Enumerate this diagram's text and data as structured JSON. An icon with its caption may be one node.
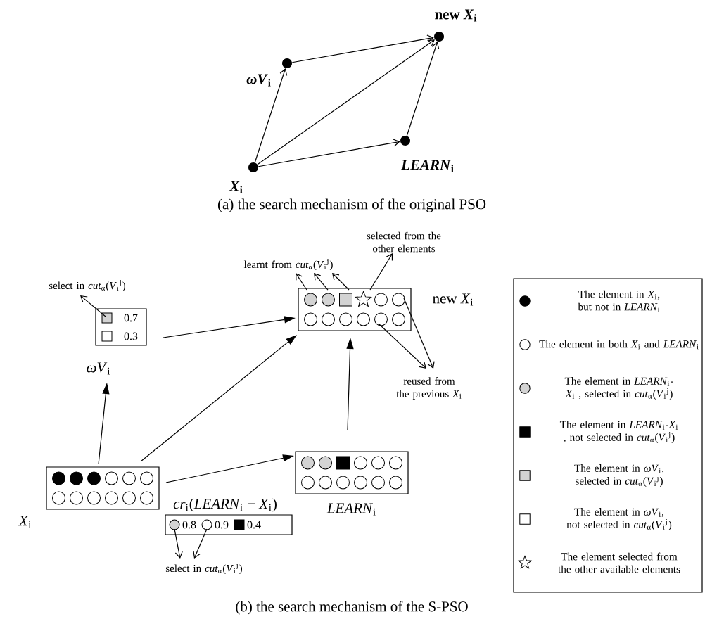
{
  "diagram": {
    "nodes": [
      {
        "text": [],
        "shape": "circle",
        "beside": [
          "*X*$_{i}$"
        ]
      },
      {
        "text": [],
        "shape": "circle",
        "beside": [
          "*ωV*$_{i}$"
        ]
      },
      {
        "text": [],
        "shape": "circle",
        "beside": [
          "*LEARN*$_{i}$"
        ]
      },
      {
        "text": [],
        "shape": "circle",
        "beside": [
          "new *X*$_{i}$"
        ]
      },
      {
        "text": [
          "0.7",
          "0.3"
        ],
        "beside": [
          "*ωV*$_{i}$"
        ]
      },
      {
        "text": [],
        "shape": "box",
        "beside": [
          "new *X*$_{i}$"
        ]
      },
      {
        "text": [],
        "shape": "box",
        "beside": [
          "*X*$_{i}$"
        ]
      },
      {
        "text": [],
        "shape": "box",
        "beside": [
          "*LEARN*$_{i}$"
        ]
      },
      {
        "text": [
          "0.8",
          "0.9",
          "0.4"
        ],
        "beside": [
          "*cr*$_{i}$(*LEARN*$_{i}$ − *X*$_{i}$)"
        ]
      },
      {
        "text": [
          "select in *cut*$_{α}$(*V*$_{i}$$^{j}$)"
        ]
      },
      {
        "text": [
          "learnt from *cut*$_{α}$(*V*$_{i}$$^{j}$)"
        ]
      },
      {
        "text": [
          "selected from the other elements"
        ]
      },
      {
        "text": [
          "reused from the previous *X*$_{i}$"
        ]
      },
      {
        "text": [
          "select in *cut*$_{α}$(*V*$_{i}$$^{j}$)"
        ]
      }
    ],
    "edges": [
      {
        "from": 0,
        "to": 1,
        "arrow": "to"
      },
      {
        "from": 0,
        "to": 3,
        "arrow": "to"
      },
      {
        "from": 0,
        "to": 2,
        "arrow": "to"
      },
      {
        "from": 1,
        "to": 3,
        "arrow": "to"
      },
      {
        "from": 2,
        "to": 3,
        "arrow": "to"
      },
      {
        "from": 6,
        "to": 4,
        "arrow": "to"
      },
      {
        "from": 6,
        "to": 5,
        "arrow": "to"
      },
      {
        "from": 6,
        "to": 7,
        "arrow": "to"
      },
      {
        "from": 4,
        "to": 5,
        "arrow": "to"
      },
      {
        "from": 7,
        "to": 5,
        "arrow": "to"
      },
      {
        "from": 4,
        "to": 9,
        "arrow": "to"
      },
      {
        "from": 5,
        "to": 10,
        "arrow": "to"
      },
      {
        "from": 5,
        "to": 10,
        "arrow": "to"
      },
      {
        "from": 5,
        "to": 10,
        "arrow": "to"
      },
      {
        "from": 5,
        "to": 11,
        "arrow": "to"
      },
      {
        "from": 5,
        "to": 12,
        "arrow": "to"
      },
      {
        "from": 5,
        "to": 12,
        "arrow": "to"
      },
      {
        "from": 8,
        "to": 13,
        "arrow": "to"
      },
      {
        "from": 8,
        "to": 13,
        "arrow": "to"
      }
    ],
    "labels": [
      "(a) the search mechanism of the original PSO",
      "(b) the search mechanism of the S-PSO"
    ],
    "legend": [
      {
        "text": "The element in *X*$_{i}$, but not in *LEARN*$_{i}$"
      },
      {
        "text": "The element in both *X*$_{i}$ and *LEARN*$_{i}$"
      },
      {
        "text": "The element in *LEARN*$_{i}$-*X*$_{i}$ , selected in *cut*$_{α}$(*V*$_{i}$$^{j}$)"
      },
      {
        "text": "The element in *LEARN*$_{i}$-*X*$_{i}$ , not selected in *cut*$_{α}$(*V*$_{i}$$^{j}$)"
      },
      {
        "text": "The element in *ωV*$_{i}$, selected in *cut*$_{α}$(*V*$_{i}$$^{j}$)"
      },
      {
        "text": "The element in *ωV*$_{i}$, not selected in *cut*$_{α}$(*V*$_{i}$$^{j}$)"
      },
      {
        "text": "The element selected from the other available elements"
      }
    ]
  }
}
